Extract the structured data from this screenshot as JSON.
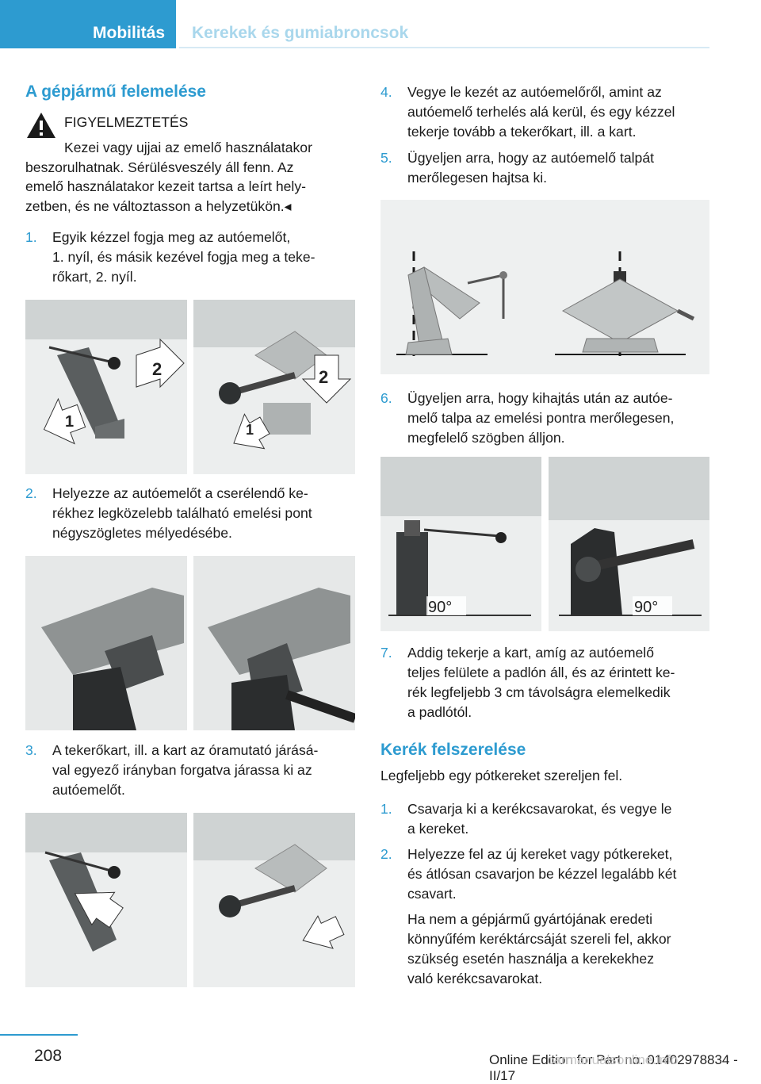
{
  "header": {
    "section": "Mobilitás",
    "subsection": "Kerekek és gumiabroncsok"
  },
  "left": {
    "heading": "A gépjármű felemelése",
    "warning": {
      "label": "FIGYELMEZTETÉS",
      "line1": "Kezei vagy ujjai az emelő használatakor",
      "line2": "beszorulhatnak. Sérülésveszély áll fenn. Az",
      "line3": "emelő használatakor kezeit tartsa a leírt hely-",
      "line4": "zetben, és ne változtasson a helyzetükön.◂"
    },
    "steps": [
      {
        "n": "1.",
        "l1": "Egyik kézzel fogja meg az autóemelőt,",
        "l2": "1. nyíl, és másik kezével fogja meg a teke-",
        "l3": "rőkart, 2. nyíl."
      },
      {
        "n": "2.",
        "l1": "Helyezze az autóemelőt a cserélendő ke-",
        "l2": "rékhez legközelebb található emelési pont",
        "l3": "négyszögletes mélyedésébe."
      },
      {
        "n": "3.",
        "l1": "A tekerőkart, ill. a kart az óramutató járásá-",
        "l2": "val egyező irányban forgatva járassa ki az",
        "l3": "autóemelőt."
      }
    ],
    "fig1": {
      "arrow1": "1",
      "arrow2": "2"
    }
  },
  "right": {
    "steps": [
      {
        "n": "4.",
        "l1": "Vegye le kezét az autóemelőről, amint az",
        "l2": "autóemelő terhelés alá kerül, és egy kézzel",
        "l3": "tekerje tovább a tekerőkart, ill. a kart."
      },
      {
        "n": "5.",
        "l1": "Ügyeljen arra, hogy az autóemelő talpát",
        "l2": "merőlegesen hajtsa ki."
      },
      {
        "n": "6.",
        "l1": "Ügyeljen arra, hogy kihajtás után az autóe-",
        "l2": "melő talpa az emelési pontra merőlegesen,",
        "l3": "megfelelő szögben álljon."
      },
      {
        "n": "7.",
        "l1": "Addig tekerje a kart, amíg az autóemelő",
        "l2": "teljes felülete a padlón áll, és az érintett ke-",
        "l3": "rék legfeljebb 3 cm távolságra elemelkedik",
        "l4": "a padlótól."
      }
    ],
    "angle_label": "90°",
    "heading2": "Kerék felszerelése",
    "intro": "Legfeljebb egy pótkereket szereljen fel.",
    "steps2": [
      {
        "n": "1.",
        "l1": "Csavarja ki a kerékcsavarokat, és vegye le",
        "l2": "a kereket."
      },
      {
        "n": "2.",
        "l1": "Helyezze fel az új kereket vagy pótkereket,",
        "l2": "és átlósan csavarjon be kézzel legalább két",
        "l3": "csavart."
      }
    ],
    "note": {
      "l1": "Ha nem a gépjármű gyártójának eredeti",
      "l2": "könnyűfém keréktárcsáját szereli fel, akkor",
      "l3": "szükség esetén használja a kerekekhez",
      "l4": "való kerékcsavarokat."
    }
  },
  "footer": {
    "page": "208",
    "edition": "Online Edition for Part no. 01402978834 - II/17",
    "watermark": "carmanualsonline.info"
  }
}
